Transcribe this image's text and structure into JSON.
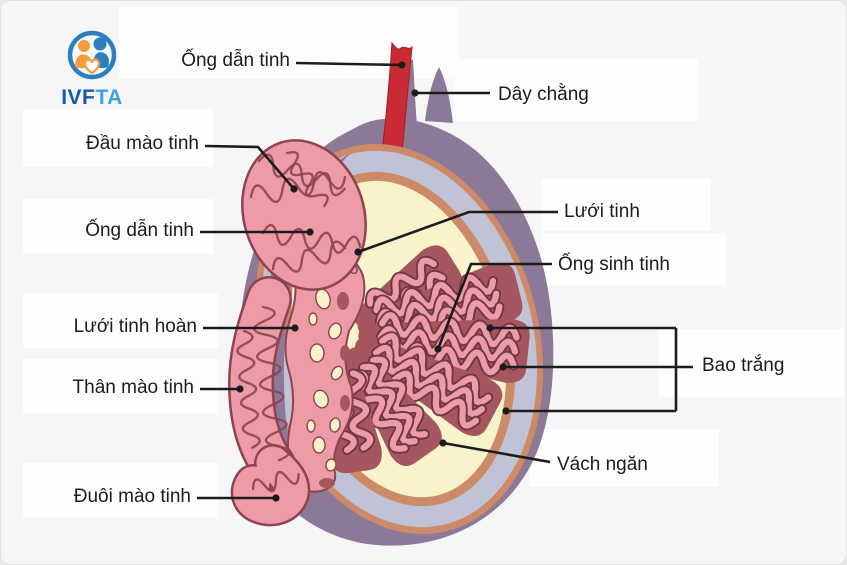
{
  "logo": {
    "brand_primary": "IVF",
    "brand_secondary": "TA"
  },
  "labels": [
    {
      "id": "ong-dan-tinh-top",
      "text": "Ống dẫn tinh"
    },
    {
      "id": "day-chang",
      "text": "Dây chằng"
    },
    {
      "id": "dau-mao-tinh",
      "text": "Đầu mào tinh"
    },
    {
      "id": "ong-dan-tinh",
      "text": "Ống dẫn tinh"
    },
    {
      "id": "luoi-tinh-hoan",
      "text": "Lưới tinh hoàn"
    },
    {
      "id": "than-mao-tinh",
      "text": "Thân mào tinh"
    },
    {
      "id": "duoi-mao-tinh",
      "text": "Đuôi mào tinh"
    },
    {
      "id": "luoi-tinh",
      "text": "Lưới tinh"
    },
    {
      "id": "ong-sinh-tinh",
      "text": "Ống sinh tinh"
    },
    {
      "id": "bao-trang",
      "text": "Bao trắng"
    },
    {
      "id": "vach-ngan",
      "text": "Vách ngăn"
    }
  ],
  "colors": {
    "outer_tunica_purple": "#8c7897",
    "tunica_vaginalis_gray": "#bfc3d5",
    "tunica_albuginea_salmon": "#cd8a68",
    "interior_cream": "#f8f3ca",
    "lobule_dark_red": "#a5565e",
    "tubule_pink": "#ec9ba7",
    "tubule_outline": "#713742",
    "epididymis_pink": "#ec9ba7",
    "epididymis_outline": "#8e4450",
    "vessel_red": "#ca2a33",
    "leader_line": "#1c1c1e"
  }
}
